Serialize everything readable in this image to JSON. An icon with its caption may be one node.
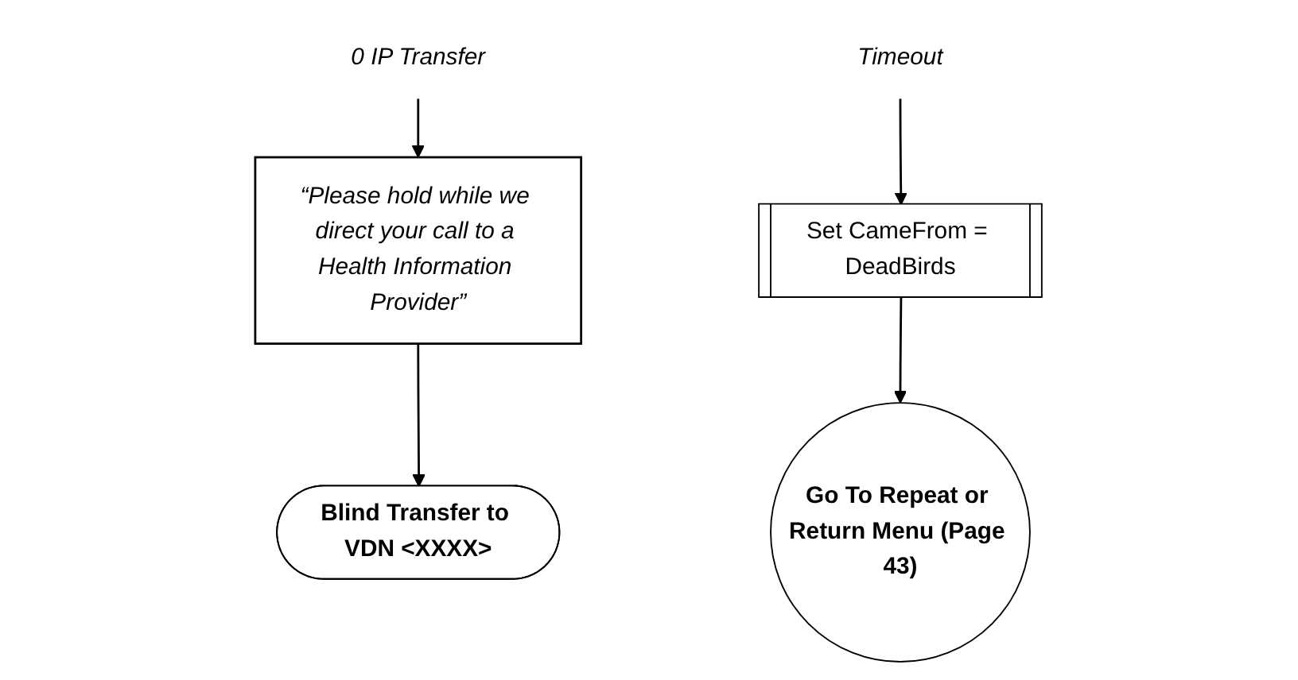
{
  "diagram": {
    "nodes": [
      {
        "text": [
          "0 IP Transfer"
        ]
      },
      {
        "text": [
          "“Please hold while we direct your call to a Health Information Provider”"
        ]
      },
      {
        "text": [
          "Blind Transfer to VDN <XXXX>"
        ]
      },
      {
        "text": [
          "Timeout"
        ]
      },
      {
        "text": [
          "Set CameFrom = DeadBirds"
        ]
      },
      {
        "text": [
          "Go To Repeat or Return Menu (Page 43)"
        ]
      }
    ],
    "edges": [
      {
        "from": 0,
        "to": 1,
        "arrow": "to"
      },
      {
        "from": 1,
        "to": 2,
        "arrow": "to"
      },
      {
        "from": 3,
        "to": 4,
        "arrow": "to"
      },
      {
        "from": 4,
        "to": 5,
        "arrow": "to"
      }
    ]
  }
}
